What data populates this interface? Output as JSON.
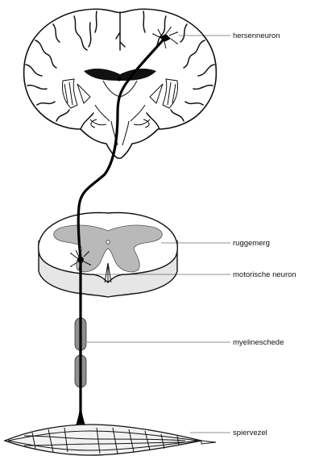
{
  "labels": {
    "brain_neuron": "hersenneuron",
    "spinal_cord": "ruggemerg",
    "motor_neuron": "motorische neuron",
    "myelin_sheath": "myelineschede",
    "muscle_fiber": "spiervezel"
  }
}
